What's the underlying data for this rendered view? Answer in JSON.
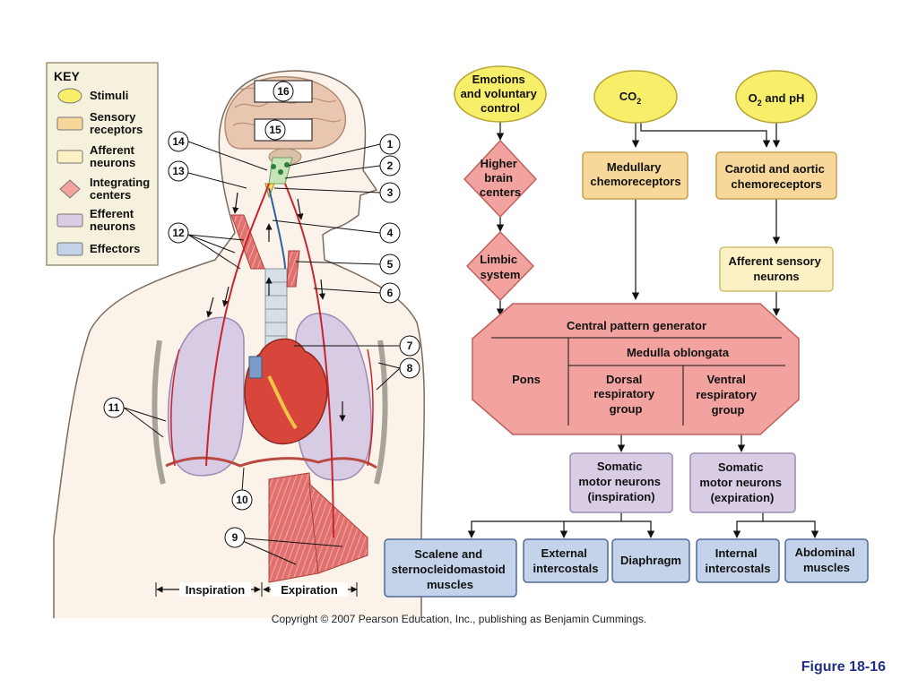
{
  "key": {
    "title": "KEY",
    "items": [
      {
        "label": [
          "Stimuli"
        ],
        "color": "#f7ef6a",
        "shape": "ellipse"
      },
      {
        "label": [
          "Sensory",
          "receptors"
        ],
        "color": "#f7d79a",
        "shape": "rect"
      },
      {
        "label": [
          "Afferent",
          "neurons"
        ],
        "color": "#fbf1c4",
        "shape": "rect"
      },
      {
        "label": [
          "Integrating",
          "centers"
        ],
        "color": "#f2a3a0",
        "shape": "diamond"
      },
      {
        "label": [
          "Efferent",
          "neurons"
        ],
        "color": "#d9cde6",
        "shape": "rect"
      },
      {
        "label": [
          "Effectors"
        ],
        "color": "#c4d3ea",
        "shape": "rect"
      }
    ]
  },
  "anatomy": {
    "callouts": [
      "1",
      "2",
      "3",
      "4",
      "5",
      "6",
      "7",
      "8",
      "9",
      "10",
      "11",
      "12",
      "13",
      "14",
      "15",
      "16"
    ],
    "phases": {
      "inspiration": "Inspiration",
      "expiration": "Expiration"
    }
  },
  "flowchart": {
    "stimuli": {
      "emotions": [
        "Emotions",
        "and voluntary",
        "control"
      ],
      "co2": {
        "main": "CO",
        "sub": "2"
      },
      "o2ph": {
        "main": "O",
        "sub": "2",
        "rest": " and pH"
      }
    },
    "higher_brain": [
      "Higher",
      "brain",
      "centers"
    ],
    "limbic": [
      "Limbic",
      "system"
    ],
    "medullary": [
      "Medullary",
      "chemoreceptors"
    ],
    "carotid": [
      "Carotid and aortic",
      "chemoreceptors"
    ],
    "afferent": [
      "Afferent sensory",
      "neurons"
    ],
    "cpg": {
      "title": "Central pattern generator",
      "medulla": "Medulla oblongata",
      "pons": "Pons",
      "dorsal": [
        "Dorsal",
        "respiratory",
        "group"
      ],
      "ventral": [
        "Ventral",
        "respiratory",
        "group"
      ]
    },
    "somatic_insp": [
      "Somatic",
      "motor neurons",
      "(inspiration)"
    ],
    "somatic_exp": [
      "Somatic",
      "motor neurons",
      "(expiration)"
    ],
    "effectors": {
      "scalene": [
        "Scalene and",
        "sternocleidomastoid",
        "muscles"
      ],
      "ext_intercostals": [
        "External",
        "intercostals"
      ],
      "diaphragm": [
        "Diaphragm"
      ],
      "int_intercostals": [
        "Internal",
        "intercostals"
      ],
      "abdominal": [
        "Abdominal",
        "muscles"
      ]
    }
  },
  "footer": {
    "copyright": "Copyright © 2007 Pearson Education, Inc., publishing as Benjamin Cummings.",
    "figure": "Figure 18-16"
  }
}
